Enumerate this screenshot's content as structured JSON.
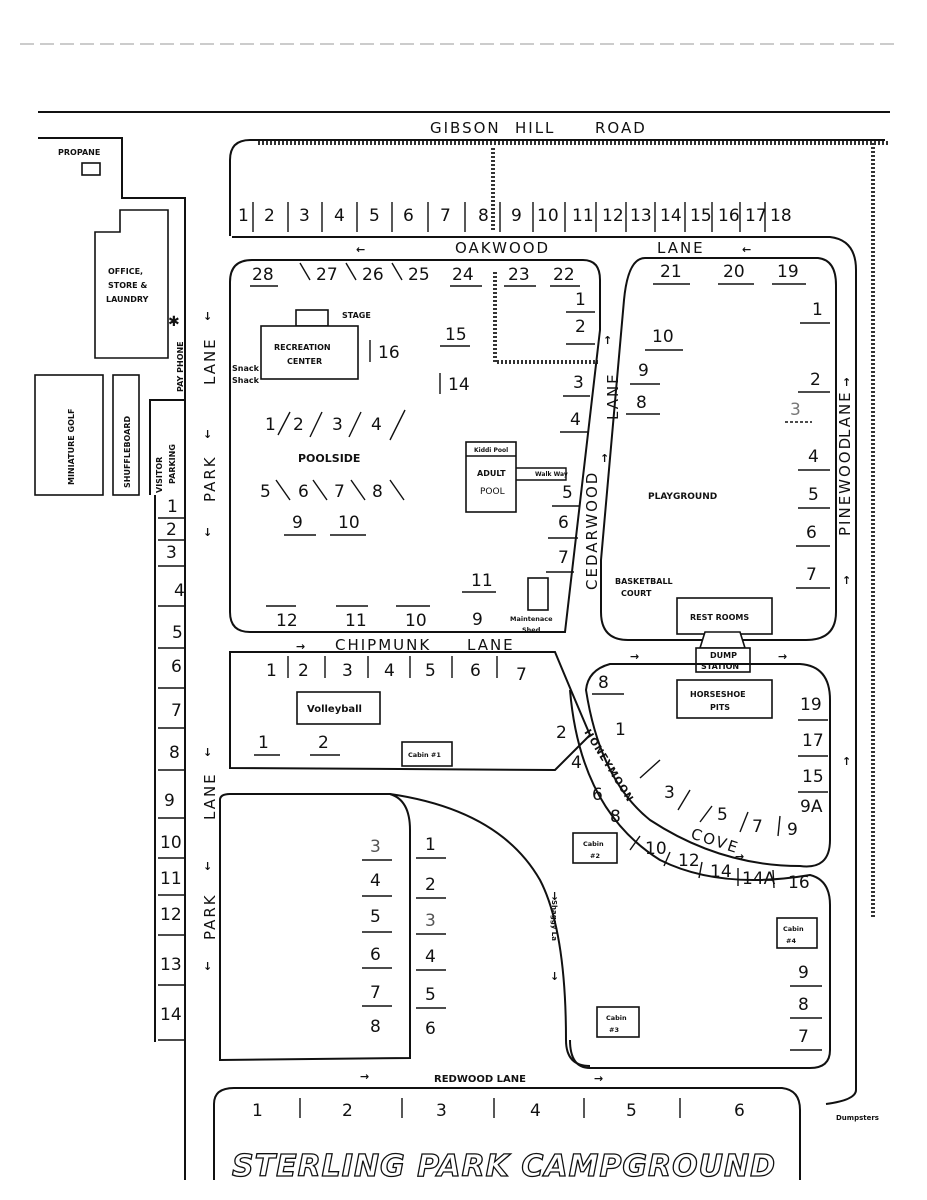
{
  "title": "STERLING PARK CAMPGROUND",
  "roads": {
    "gibson": [
      "GIBSON",
      "HILL",
      "ROAD"
    ],
    "oakwood": [
      "OAKWOOD",
      "LANE"
    ],
    "chipmunk": [
      "CHIPMUNK",
      "LANE"
    ],
    "redwood": "REDWOOD LANE",
    "cedarwood": "CEDARWOOD",
    "cedar_lane": "LANE",
    "pinewood": "PINEWOOD",
    "pine_lane": "LANE",
    "park_upper": [
      "PARK",
      "LANE"
    ],
    "park_lower": [
      "LANE",
      "PARK"
    ],
    "honeymoon": "HONEYMOON",
    "cove": "COVE",
    "shaggy": "Shaggy La"
  },
  "buildings": {
    "propane": "PROPANE",
    "office": [
      "OFFICE,",
      "STORE &",
      "LAUNDRY"
    ],
    "pay_phone": "PAY PHONE",
    "mini_golf": "MINIATURE GOLF",
    "shuffleboard": "SHUFFLEBOARD",
    "visitor": [
      "VISITOR",
      "PARKING"
    ],
    "stage": "STAGE",
    "rec": [
      "RECREATION",
      "CENTER"
    ],
    "snack": [
      "Snack",
      "Shack"
    ],
    "poolside": "POOLSIDE",
    "kiddi": "Kiddi Pool",
    "adult": [
      "ADULT",
      "POOL"
    ],
    "walkway": "Walk Way",
    "maint": [
      "Maintenace",
      "Shed"
    ],
    "playground": "PLAYGROUND",
    "basketball": [
      "BASKETBALL",
      "COURT"
    ],
    "restrooms": "REST ROOMS",
    "dump": [
      "DUMP",
      "STATION"
    ],
    "horseshoe": [
      "HORSESHOE",
      "PITS"
    ],
    "volleyball": "Volleyball",
    "cabin1": "Cabin #1",
    "cabin2": [
      "Cabin",
      "#2"
    ],
    "cabin3": [
      "Cabin",
      "#3"
    ],
    "cabin4": [
      "Cabin",
      "#4"
    ],
    "dumpsters": "Dumpsters"
  },
  "sites": {
    "oakwood_north": [
      "1",
      "2",
      "3",
      "4",
      "5",
      "6",
      "7",
      "8",
      "9",
      "10",
      "11",
      "12",
      "13",
      "14",
      "15",
      "16",
      "17",
      "18"
    ],
    "oakwood_south": [
      "28",
      "27",
      "26",
      "25",
      "24",
      "23",
      "22"
    ],
    "pine_top": [
      "21",
      "20",
      "19"
    ],
    "cedar_west": [
      "1",
      "2",
      "3",
      "4",
      "5",
      "6",
      "7"
    ],
    "pool_area": [
      "16",
      "15",
      "14",
      "1",
      "2",
      "3",
      "4",
      "5",
      "6",
      "7",
      "8",
      "9",
      "10",
      "11",
      "9"
    ],
    "chipmunk_north": [
      "12",
      "11",
      "10"
    ],
    "cedar_east": [
      "10",
      "9",
      "8"
    ],
    "pinewood_west": [
      "1",
      "2",
      "3",
      "4",
      "5",
      "6",
      "7"
    ],
    "park_lane": [
      "1",
      "2",
      "3",
      "4",
      "5",
      "6",
      "7",
      "8",
      "9",
      "10",
      "11",
      "12",
      "13",
      "14"
    ],
    "chipmunk_south": [
      "1",
      "2",
      "3",
      "4",
      "5",
      "6",
      "7"
    ],
    "volley_sites": [
      "1",
      "2"
    ],
    "center_left": [
      "3",
      "4",
      "5",
      "6",
      "7",
      "8"
    ],
    "center_right": [
      "1",
      "2",
      "3",
      "4",
      "5",
      "6"
    ],
    "honeymoon": [
      "8",
      "1",
      "2",
      "4",
      "6",
      "8",
      "3",
      "10",
      "12",
      "14",
      "14A",
      "16",
      "5",
      "7",
      "9",
      "9A",
      "15",
      "17",
      "19"
    ],
    "cove_east": [
      "9",
      "8",
      "7"
    ],
    "redwood_south": [
      "1",
      "2",
      "3",
      "4",
      "5",
      "6"
    ]
  }
}
